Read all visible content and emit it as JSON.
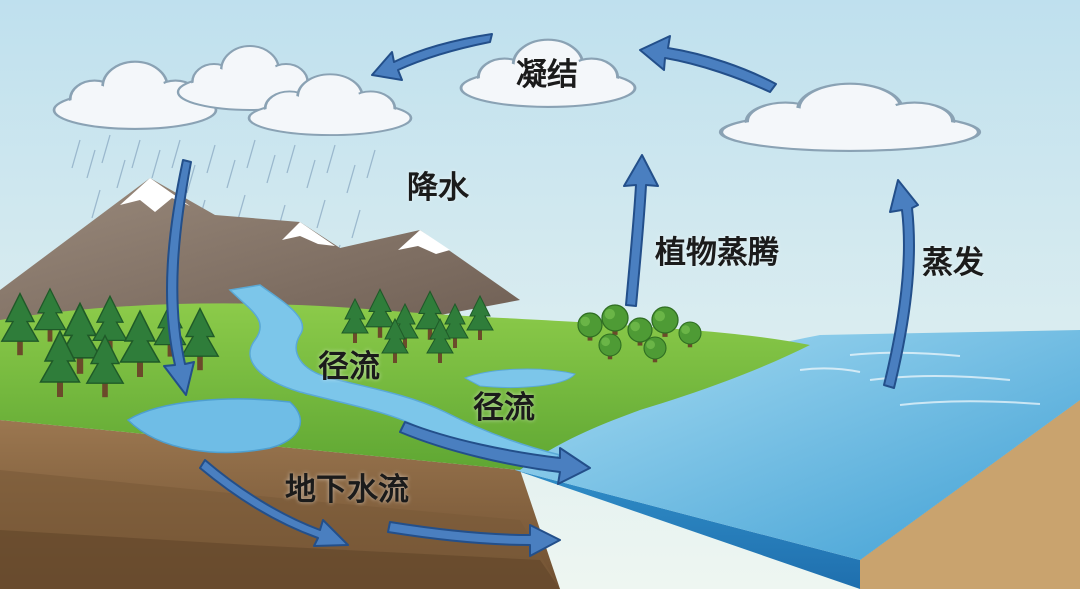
{
  "labels": {
    "condensation": "凝结",
    "precipitation": "降水",
    "transpiration": "植物蒸腾",
    "evaporation": "蒸发",
    "runoff_1": "径流",
    "runoff_2": "径流",
    "groundwater": "地下水流"
  },
  "colors": {
    "sky_top": "#bfe0ee",
    "sky_bottom": "#eaf4f2",
    "arrow_fill": "#4a7fc0",
    "arrow_stroke": "#234f8a",
    "ocean": "#5fb3dd",
    "grass": "#78bf3e",
    "soil": "#8b6540",
    "mountain": "#86756a"
  },
  "icons": {
    "cloud": "cloud-icon",
    "tree": "tree-icon",
    "arrow": "flow-arrow-icon"
  }
}
